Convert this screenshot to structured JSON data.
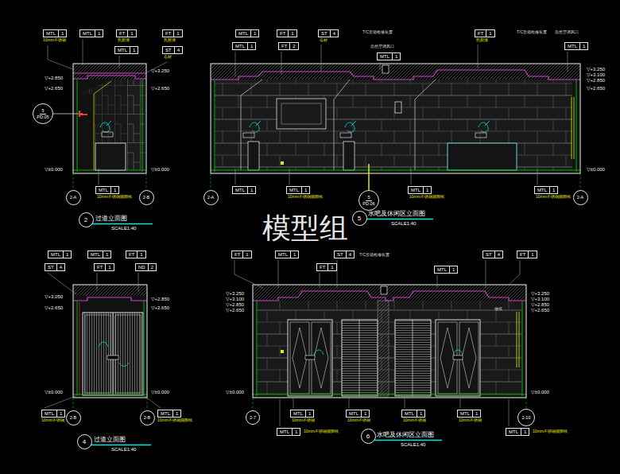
{
  "diagram": {
    "nodes": [
      {
        "text": [
          "MTL",
          "1"
        ]
      },
      {
        "text": [
          "MTL",
          "1"
        ]
      },
      {
        "text": [
          "FT",
          "1"
        ]
      },
      {
        "text": [
          "FT",
          "1"
        ]
      },
      {
        "text": [
          "MTL",
          "1"
        ]
      },
      {
        "text": [
          "ST",
          "4"
        ]
      },
      {
        "text": [
          "MTL",
          "1"
        ]
      },
      {
        "text": [
          "FT",
          "1"
        ]
      },
      {
        "text": [
          "ST",
          "4"
        ]
      },
      {
        "text": [
          "MTL",
          "1"
        ]
      },
      {
        "text": [
          "FT",
          "1"
        ]
      },
      {
        "text": [
          "MTL",
          "1"
        ]
      },
      {
        "text": [
          "FT",
          "2"
        ]
      },
      {
        "text": [
          "MTL",
          "1"
        ]
      },
      {
        "text": [
          "MTL",
          "1"
        ]
      },
      {
        "text": [
          "MTL",
          "1"
        ]
      },
      {
        "text": [
          "MTL",
          "1"
        ]
      },
      {
        "text": [
          "MTL",
          "1"
        ]
      },
      {
        "text": [
          "MTL",
          "1"
        ]
      },
      {
        "text": [
          "2-A"
        ]
      },
      {
        "text": [
          "2-B"
        ]
      },
      {
        "text": [
          "2-A"
        ]
      },
      {
        "text": [
          "2-A"
        ]
      },
      {
        "text": [
          "5",
          "PD.05"
        ]
      },
      {
        "text": [
          "5",
          "PD.06"
        ]
      },
      {
        "text": [
          "2"
        ]
      },
      {
        "text": [
          "5"
        ]
      },
      {
        "text": [
          "MTL",
          "1"
        ]
      },
      {
        "text": [
          "MTL",
          "1"
        ]
      },
      {
        "text": [
          "FT",
          "1"
        ]
      },
      {
        "text": [
          "ST",
          "4"
        ]
      },
      {
        "text": [
          "FT",
          "1"
        ]
      },
      {
        "text": [
          "ND",
          "2"
        ]
      },
      {
        "text": [
          "FT",
          "1"
        ]
      },
      {
        "text": [
          "MTL",
          "1"
        ]
      },
      {
        "text": [
          "ST",
          "4"
        ]
      },
      {
        "text": [
          "FT",
          "1"
        ]
      },
      {
        "text": [
          "ST",
          "4"
        ]
      },
      {
        "text": [
          "MTL",
          "1"
        ]
      },
      {
        "text": [
          "FT",
          "1"
        ]
      },
      {
        "text": [
          "MTL",
          "1"
        ]
      },
      {
        "text": [
          "MTL",
          "1"
        ]
      },
      {
        "text": [
          "MTL",
          "1"
        ]
      },
      {
        "text": [
          "MTL",
          "1"
        ]
      },
      {
        "text": [
          "MTL",
          "1"
        ]
      },
      {
        "text": [
          "MTL",
          "1"
        ]
      },
      {
        "text": [
          "MTL",
          "1"
        ]
      },
      {
        "text": [
          "MTL",
          "1"
        ]
      },
      {
        "text": [
          "2-B"
        ]
      },
      {
        "text": [
          "2-B"
        ]
      },
      {
        "text": [
          "2-7"
        ]
      },
      {
        "text": [
          "2-10"
        ]
      },
      {
        "text": [
          "4"
        ]
      },
      {
        "text": [
          "6"
        ]
      }
    ],
    "labels": [
      "过道立面图",
      "SCALE1:40",
      "水吧及休闲区立面图",
      "SCALE1:40",
      "过道立面图",
      "SCALE1:40",
      "水吧及休闲区立面图",
      "SCALE1:40",
      "模型组",
      "▽+2.850",
      "▽+2.650",
      "▽±0.000",
      "▽+3.250",
      "▽+2.650",
      "▽±0.000",
      "▽+3.250",
      "▽+3.100",
      "▽+2.850",
      "▽+2.650",
      "▽±0.000",
      "▽+3.050",
      "▽+2.650",
      "▽±0.000",
      "▽+2.850",
      "▽+2.650",
      "▽±0.000",
      "▽+3.250",
      "▽+3.100",
      "▽+2.850",
      "▽+2.650",
      "▽±0.000",
      "▽+3.250",
      "▽+3.100",
      "▽+2.850",
      "▽+2.650",
      "▽±0.000",
      "T/C音箱检修装置",
      "自然空调风口",
      "T/C音箱检修装置",
      "自然空调风口",
      "T/C音箱检修装置",
      "墙纸",
      "10mm不锈钢",
      "乳胶漆",
      "乳胶漆",
      "石材",
      "10mm不锈钢踢脚线",
      "10mm不锈钢踢脚线",
      "10mm不锈钢踢脚线",
      "10mm不锈钢踢脚线",
      "石材",
      "乳胶漆",
      "10mm不锈钢",
      "10mm不锈钢踢脚线",
      "10mm不锈钢",
      "10mm不锈钢",
      "10mm不锈钢",
      "10mm不锈钢",
      "10mm不锈钢踢脚线",
      "10mm不锈钢踢脚线"
    ]
  }
}
